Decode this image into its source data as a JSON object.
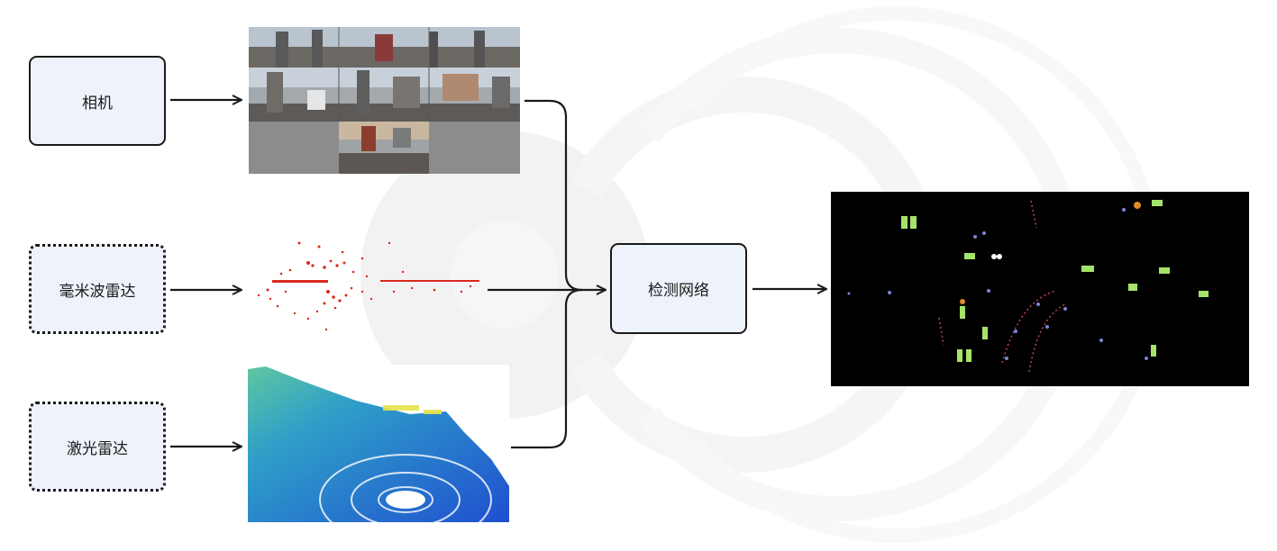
{
  "nodes": {
    "camera": {
      "label": "相机"
    },
    "radar": {
      "label": "毫米波雷达"
    },
    "lidar": {
      "label": "激光雷达"
    },
    "network": {
      "label": "检测网络"
    }
  },
  "colors": {
    "node_fill": "#eef2fb",
    "stroke": "#1a1a1a",
    "radar_points": "#d9291f",
    "lidar_blue": "#1f63d6",
    "lidar_green": "#5fc7a0",
    "lidar_yellow": "#e5e34a",
    "output_bg": "#000000",
    "box_green": "#a6e36a",
    "watermark": "#e8e8e8"
  },
  "images": {
    "camera": "six-camera-surround-mosaic",
    "radar": "red-radar-point-cloud",
    "lidar": "blue-green-lidar-point-cloud",
    "output": "bird-eye-detection-result"
  }
}
